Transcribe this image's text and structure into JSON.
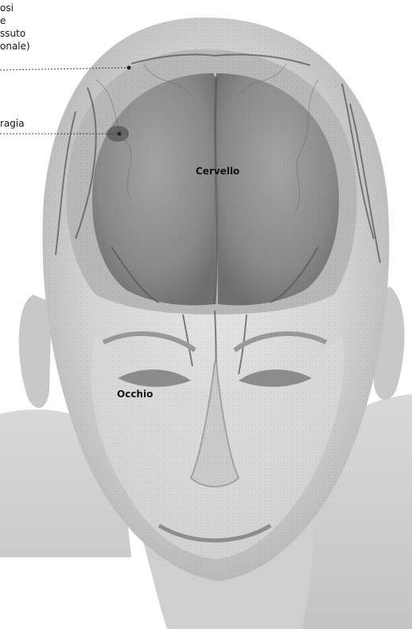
{
  "labels": {
    "top_cutoff_lines": [
      "osi",
      "e",
      "ssuto",
      "onale)"
    ],
    "hemorrhage_cutoff": "ragia",
    "brain": "Cervello",
    "eye": "Occhio"
  },
  "colors": {
    "background": "#ffffff",
    "head_light": "#e9e9e9",
    "head_mid": "#cfcfcf",
    "head_shadow": "#a8a8a8",
    "brain_light": "#9a9a9a",
    "brain_dark": "#6f6f6f",
    "vessel": "#5a5a5a",
    "leader_line": "#444444",
    "text": "#141414"
  }
}
